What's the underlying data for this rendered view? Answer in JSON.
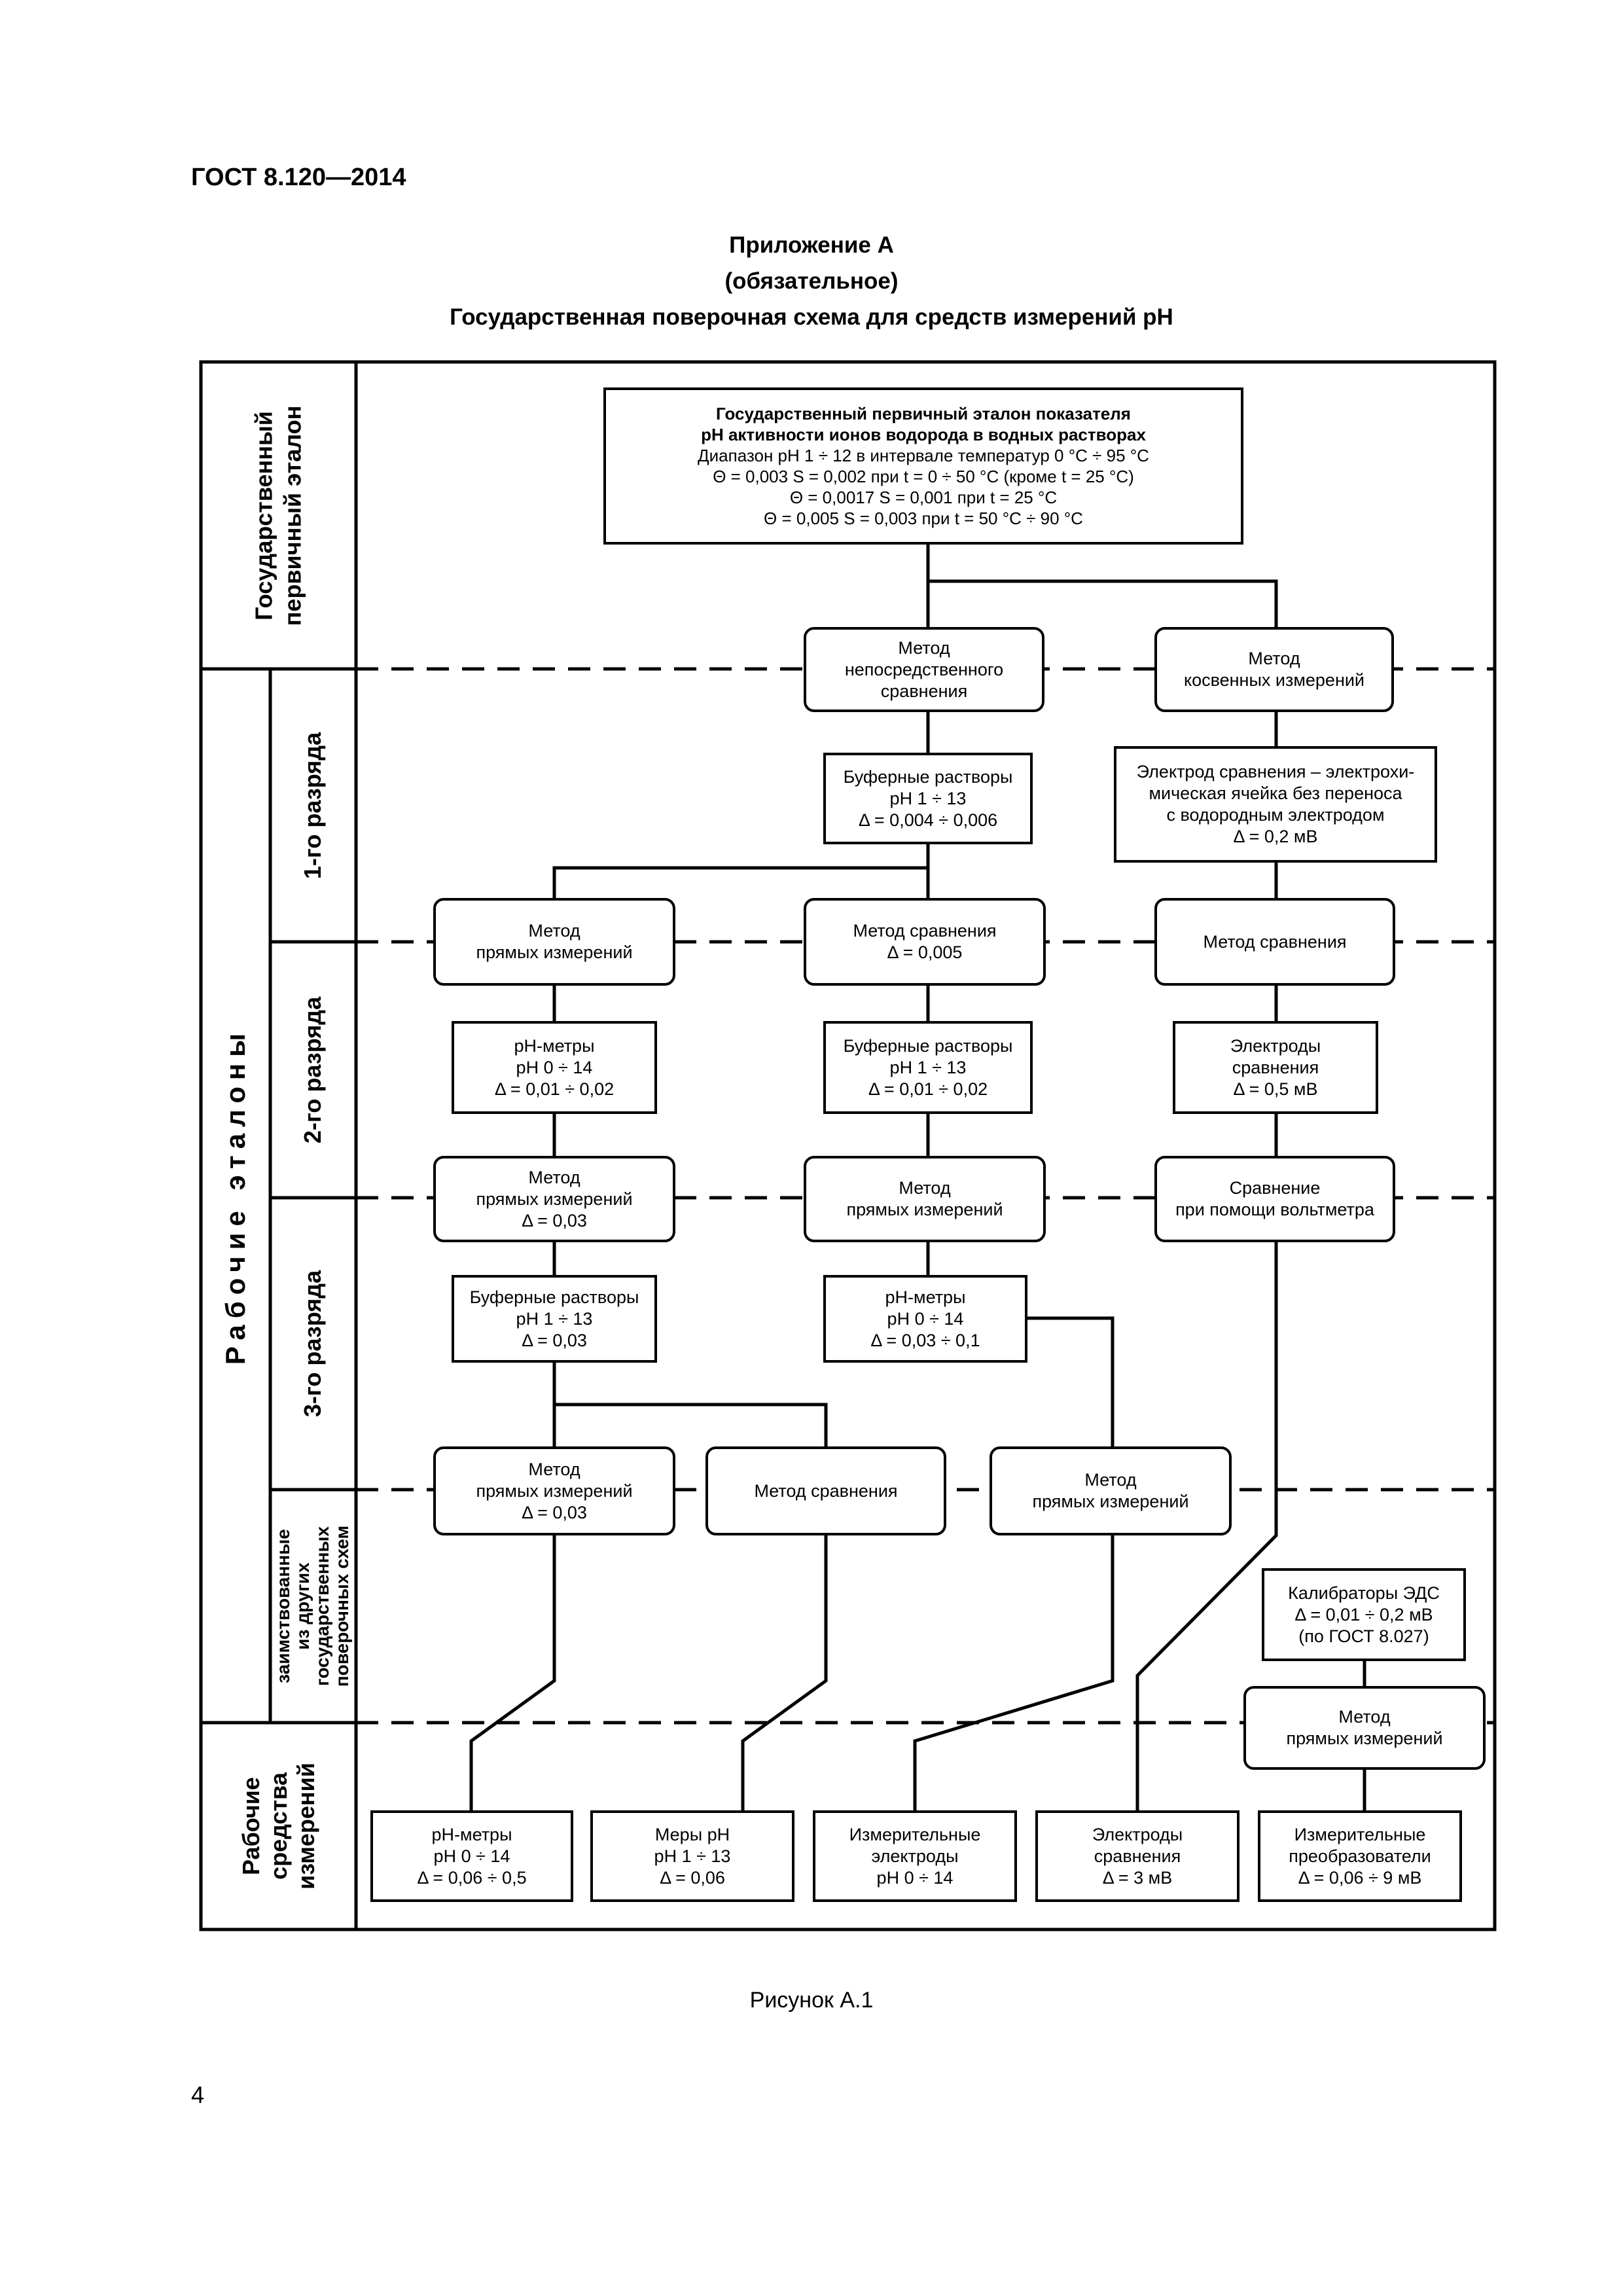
{
  "document": {
    "header": "ГОСТ 8.120—2014",
    "appendix_title": "Приложение А",
    "appendix_note": "(обязательное)",
    "scheme_title": "Государственная поверочная схема для средств измерений pH",
    "figure_caption": "Рисунок А.1",
    "page_number": "4"
  },
  "row_labels": {
    "primary": [
      "Государственный",
      "первичный эталон"
    ],
    "working_standards": "Рабочие эталоны",
    "rank1": "1-го разряда",
    "rank2": "2-го разряда",
    "rank3": "3-го разряда",
    "borrowed": [
      "заимствованные",
      "из других",
      "государственных",
      "поверочных схем"
    ],
    "working_instruments": [
      "Рабочие",
      "средства",
      "измерений"
    ]
  },
  "nodes": {
    "primary_standard": [
      "Государственный первичный эталон показателя",
      "pH активности ионов водорода в водных растворах",
      "Диапазон pH 1 ÷ 12 в интервале температур 0 °С ÷ 95 °С",
      "Θ = 0,003  S = 0,002 при t = 0 ÷ 50 °С (кроме t = 25 °С)",
      "Θ = 0,0017  S = 0,001 при t = 25 °С",
      "Θ = 0,005  S = 0,003 при t = 50 °С ÷ 90 °С"
    ],
    "m_direct_comparison": [
      "Метод",
      "непосредственного",
      "сравнения"
    ],
    "m_indirect": [
      "Метод",
      "косвенных измерений"
    ],
    "buffer_r1": [
      "Буферные растворы",
      "pH 1 ÷ 13",
      "Δ = 0,004 ÷ 0,006"
    ],
    "electrode_r1": [
      "Электрод сравнения – электрохи-",
      "мическая ячейка без переноса",
      "с водородным электродом",
      "Δ = 0,2 мВ"
    ],
    "m_direct_1": [
      "Метод",
      "прямых измерений"
    ],
    "m_compare_1": [
      "Метод сравнения",
      "Δ = 0,005"
    ],
    "m_compare_2": [
      "Метод сравнения"
    ],
    "phmeter_r2": [
      "pH-метры",
      "pH 0 ÷ 14",
      "Δ = 0,01 ÷ 0,02"
    ],
    "buffer_r2": [
      "Буферные растворы",
      "pH 1 ÷ 13",
      "Δ = 0,01 ÷ 0,02"
    ],
    "electrodes_r2": [
      "Электроды",
      "сравнения",
      "Δ = 0,5 мВ"
    ],
    "m_direct_2": [
      "Метод",
      "прямых измерений",
      "Δ = 0,03"
    ],
    "m_direct_3": [
      "Метод",
      "прямых измерений"
    ],
    "m_voltmeter": [
      "Сравнение",
      "при помощи вольтметра"
    ],
    "buffer_r3": [
      "Буферные растворы",
      "pH 1 ÷ 13",
      "Δ = 0,03"
    ],
    "phmeter_r3": [
      "pH-метры",
      "pH 0 ÷ 14",
      "Δ = 0,03 ÷ 0,1"
    ],
    "m_direct_4": [
      "Метод",
      "прямых измерений",
      "Δ = 0,03"
    ],
    "m_compare_3": [
      "Метод сравнения"
    ],
    "m_direct_5": [
      "Метод",
      "прямых измерений"
    ],
    "calibrators": [
      "Калибраторы ЭДС",
      "Δ = 0,01 ÷ 0,2 мВ",
      "(по ГОСТ 8.027)"
    ],
    "m_direct_6": [
      "Метод",
      "прямых измерений"
    ],
    "wi_phmeters": [
      "pH-метры",
      "pH 0 ÷ 14",
      "Δ = 0,06 ÷ 0,5"
    ],
    "wi_measures": [
      "Меры pH",
      "pH 1 ÷ 13",
      "Δ = 0,06"
    ],
    "wi_electrodes": [
      "Измерительные",
      "электроды",
      "pH 0 ÷ 14"
    ],
    "wi_ref_electrodes": [
      "Электроды",
      "сравнения",
      "Δ = 3 мВ"
    ],
    "wi_converters": [
      "Измерительные",
      "преобразователи",
      "Δ = 0,06 ÷ 9  мВ"
    ]
  }
}
